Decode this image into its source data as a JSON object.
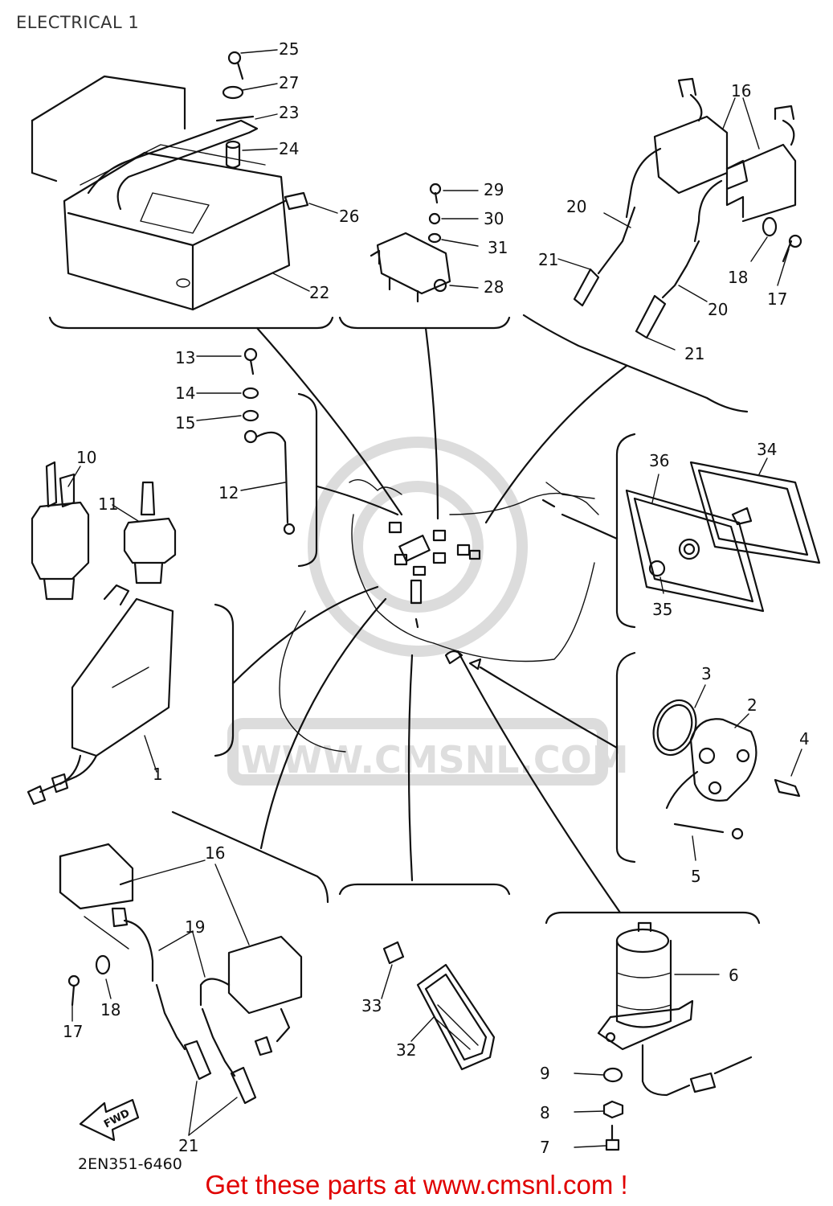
{
  "header": {
    "title": "ELECTRICAL 1"
  },
  "diagram": {
    "drawing_code": "2EN351-6460",
    "direction_label": "FWD",
    "watermark_text": "WWW.CMSNL.COM",
    "part_labels": {
      "p1": "1",
      "p2": "2",
      "p3": "3",
      "p4": "4",
      "p5": "5",
      "p6": "6",
      "p7": "7",
      "p8": "8",
      "p9": "9",
      "p10": "10",
      "p11": "11",
      "p12": "12",
      "p13": "13",
      "p14": "14",
      "p15": "15",
      "p16": "16",
      "p17": "17",
      "p18": "18",
      "p19": "19",
      "p20": "20",
      "p21": "21",
      "p22": "22",
      "p23": "23",
      "p24": "24",
      "p25": "25",
      "p26": "26",
      "p27": "27",
      "p28": "28",
      "p29": "29",
      "p30": "30",
      "p31": "31",
      "p32": "32",
      "p33": "33",
      "p34": "34",
      "p35": "35",
      "p36": "36"
    }
  },
  "footer": {
    "promo_text": "Get these parts at www.cmsnl.com !"
  },
  "colors": {
    "promo": "#e00000",
    "ink": "#111111",
    "watermark": "#dcdcdc"
  }
}
